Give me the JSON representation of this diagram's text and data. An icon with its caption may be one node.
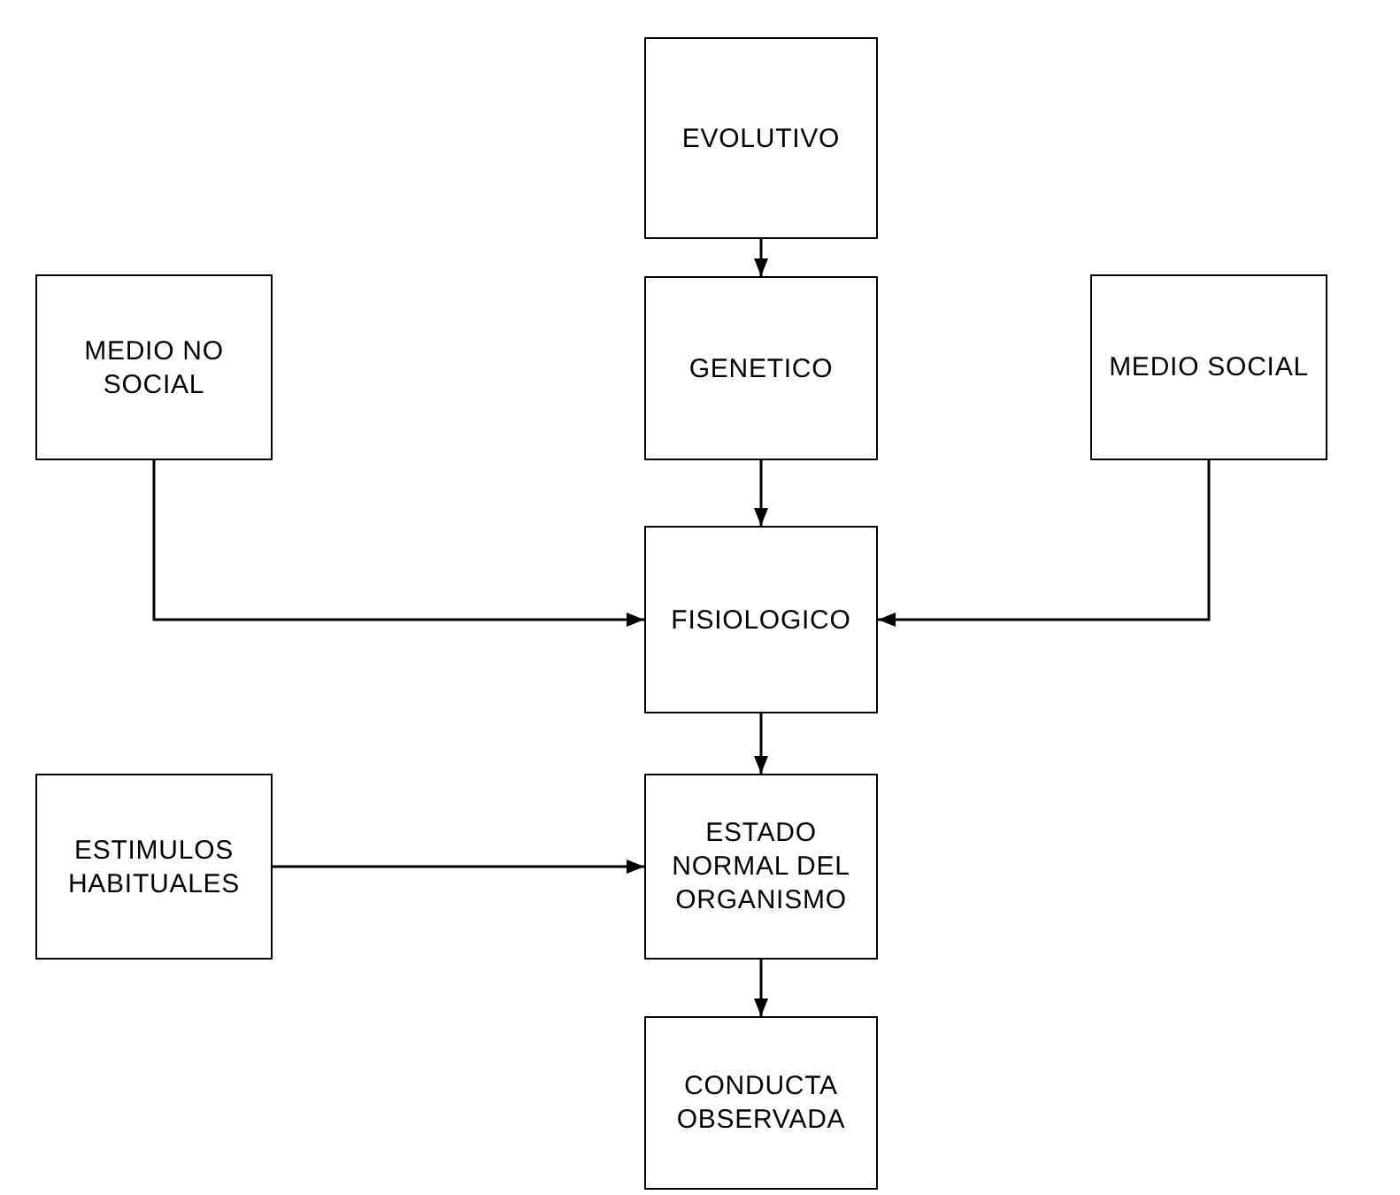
{
  "diagram": {
    "nodes": [
      {
        "text": [
          "EVOLUTIVO"
        ]
      },
      {
        "text": [
          "MEDIO NO SOCIAL"
        ]
      },
      {
        "text": [
          "GENETICO"
        ]
      },
      {
        "text": [
          "MEDIO SOCIAL"
        ]
      },
      {
        "text": [
          "FISIOLOGICO"
        ]
      },
      {
        "text": [
          "ESTIMULOS HABITUALES"
        ]
      },
      {
        "text": [
          "ESTADO NORMAL DEL ORGANISMO"
        ]
      },
      {
        "text": [
          "CONDUCTA OBSERVADA"
        ]
      }
    ],
    "edges": [
      {
        "from": 0,
        "to": 2,
        "arrow": "to"
      },
      {
        "from": 2,
        "to": 4,
        "arrow": "to"
      },
      {
        "from": 1,
        "to": 4,
        "arrow": "to"
      },
      {
        "from": 3,
        "to": 4,
        "arrow": "to"
      },
      {
        "from": 4,
        "to": 6,
        "arrow": "to"
      },
      {
        "from": 5,
        "to": 6,
        "arrow": "to"
      },
      {
        "from": 6,
        "to": 7,
        "arrow": "to"
      }
    ]
  }
}
